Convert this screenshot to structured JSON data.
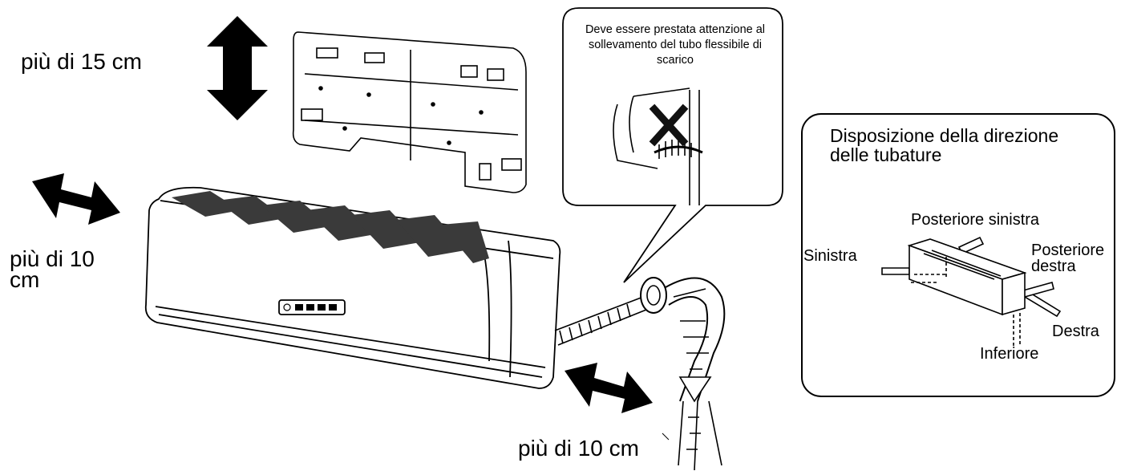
{
  "labels": {
    "top_clearance": "più di 15 cm",
    "left_clearance": "più di 10 cm",
    "bottom_clearance": "più di 10 cm"
  },
  "callout": {
    "text": "Deve essere prestata attenzione al sollevamento del tubo flessibile di scarico"
  },
  "piping_panel": {
    "title": "Disposizione della direzione delle tubature",
    "rear_left": "Posteriore sinistra",
    "left": "Sinistra",
    "rear_right": "Posteriore destra",
    "right": "Destra",
    "bottom": "Inferiore"
  },
  "colors": {
    "line": "#000000",
    "background": "#ffffff",
    "grille": "#3a3a3a"
  },
  "icons": [
    "double-arrow-vertical-icon",
    "double-arrow-horizontal-icon",
    "cross-icon"
  ]
}
